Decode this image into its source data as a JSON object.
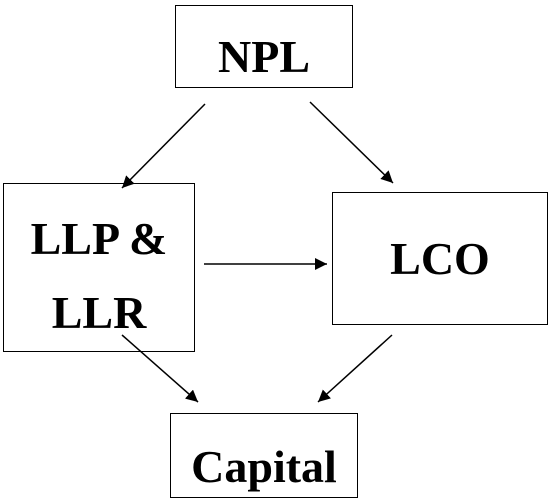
{
  "nodes": {
    "npl": {
      "label": "NPL"
    },
    "llp_llr": {
      "line1": "LLP &",
      "line2": "LLR"
    },
    "lco": {
      "label": "LCO"
    },
    "capital": {
      "label": "Capital"
    }
  },
  "edges": [
    {
      "from": "NPL",
      "to": "LLP & LLR"
    },
    {
      "from": "NPL",
      "to": "LCO"
    },
    {
      "from": "LLP & LLR",
      "to": "LCO"
    },
    {
      "from": "LLP & LLR",
      "to": "Capital"
    },
    {
      "from": "LCO",
      "to": "Capital"
    }
  ],
  "colors": {
    "stroke": "#000000",
    "background": "#ffffff"
  }
}
